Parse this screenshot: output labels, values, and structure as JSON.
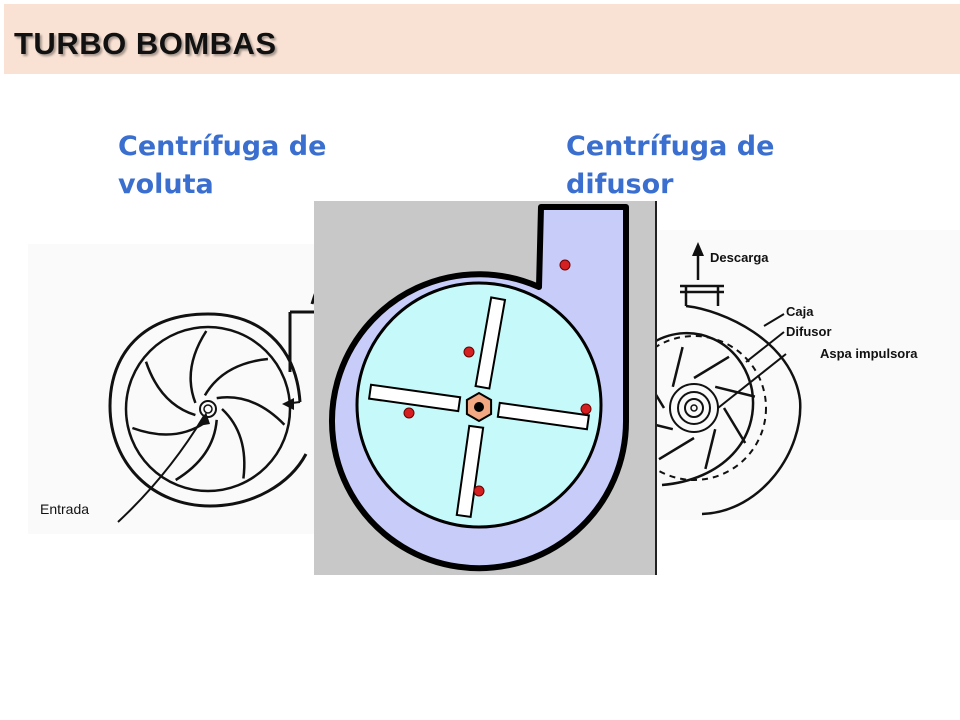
{
  "header": {
    "title": "TURBO BOMBAS"
  },
  "captions": {
    "volute": "Centrífuga de voluta",
    "diffuser": "Centrífuga de difusor"
  },
  "left_diagram": {
    "inlet_label": "Entrada"
  },
  "right_diagram": {
    "discharge_label": "Descarga",
    "casing_label": "Caja",
    "diffuser_label": "Difusor",
    "impeller_vane_label": "Aspa impulsora"
  },
  "animation": {
    "casing_color": "#c8ccf8",
    "impeller_color": "#c6fafa",
    "hub_color": "#f2a882",
    "particle_color": "#d42020",
    "background_color": "#c8c8c8"
  }
}
